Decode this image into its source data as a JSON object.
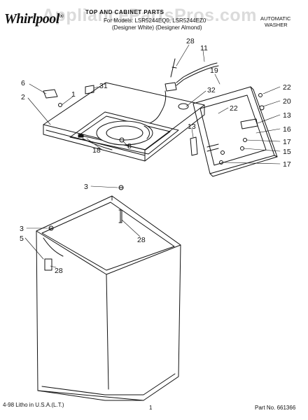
{
  "header": {
    "brand": "Whirlpool",
    "brand_mark": "®",
    "title": "TOP AND CABINET PARTS",
    "models": "For Models: LSR5244EQ0, LSR5244EZ0",
    "colors": "(Designer White) (Designer Almond)",
    "doc_type_line1": "AUTOMATIC",
    "doc_type_line2": "WASHER"
  },
  "watermark": "AppliancePartsPros.com",
  "callouts": [
    "28",
    "11",
    "19",
    "22",
    "20",
    "13",
    "16",
    "17",
    "15",
    "17",
    "6",
    "1",
    "31",
    "2",
    "32",
    "22",
    "13",
    "8",
    "18",
    "3",
    "3",
    "28",
    "5",
    "28"
  ],
  "footer": {
    "left": "4-98 Litho in U.S.A.(L.T.)",
    "page": "1",
    "part_no": "Part No. 661366"
  }
}
